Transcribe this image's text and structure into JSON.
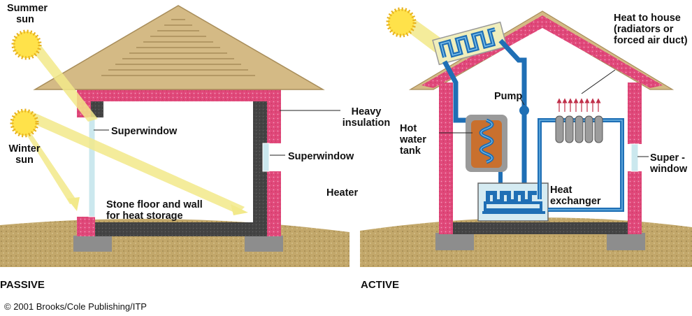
{
  "labels": {
    "summer_sun": "Summer\nsun",
    "winter_sun": "Winter\nsun",
    "superwindow_left": "Superwindow",
    "superwindow_right": "Superwindow",
    "heavy_insulation": "Heavy\ninsulation",
    "heater": "Heater",
    "stone_floor": "Stone floor and wall\nfor heat storage",
    "hot_water_tank": "Hot\nwater\ntank",
    "pump": "Pump",
    "heat_to_house": "Heat to house\n(radiators or\nforced air duct)",
    "heat_exchanger": "Heat\nexchanger",
    "super_window": "Super -\nwindow"
  },
  "sections": {
    "passive": "PASSIVE",
    "active": "ACTIVE"
  },
  "copyright": "© 2001 Brooks/Cole Publishing/ITP",
  "colors": {
    "insulation": "#e0487a",
    "insulation_light": "#f29bbb",
    "roof": "#d4ba85",
    "roof_line": "#a88d5a",
    "stone": "#444444",
    "ground": "#c2a76a",
    "foundation": "#8d8d8d",
    "pipe": "#1f6fb5",
    "pipe_light": "#7cc2ee",
    "sun": "#ffe24a",
    "sunbeam": "#f2e98a",
    "glass": "#cbe8ee",
    "tank": "#c9702e",
    "radiator": "#9c9c9c",
    "heat_arrow": "#c0304a"
  }
}
